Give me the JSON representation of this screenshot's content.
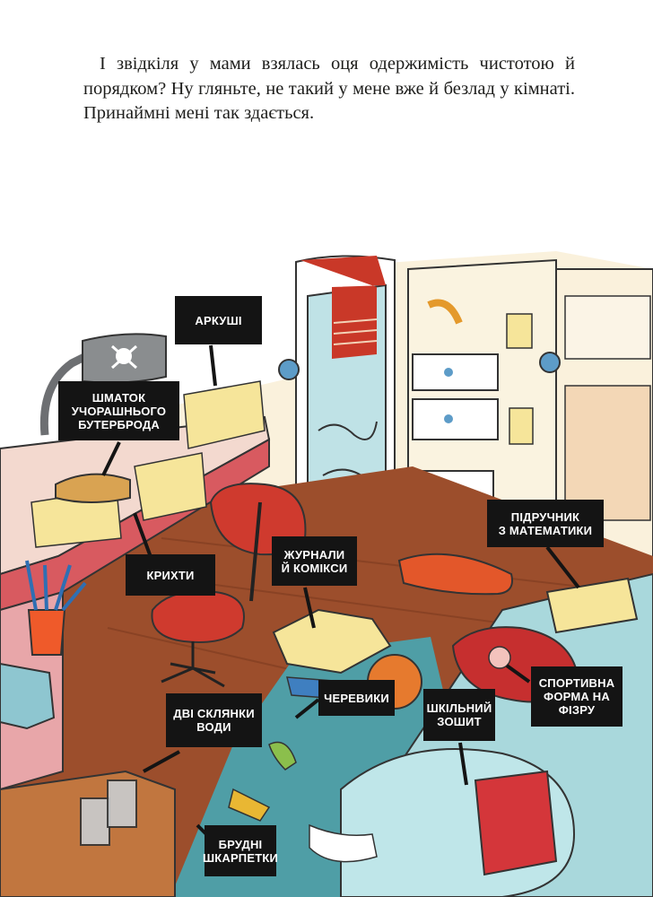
{
  "text": {
    "paragraph": "І звідкіля у мами взялась оця одержимість чистотою й порядком? Ну гляньте, не такий у мене вже й безлад у кімнаті. Принаймні мені так здається."
  },
  "labels": {
    "sheets": "Аркуші",
    "sandwich": "Шматок\nучорашнього\nбутерброда",
    "crumbs": "Крихти",
    "magazines": "Журнали\nй комікси",
    "math_textbook": "Підручник\nз математики",
    "sport_uniform": "Спортивна\nформа на\nфізру",
    "shoes": "Черевики",
    "notebook": "Шкільний\nзошит",
    "glasses": "Дві склянки\nводи",
    "socks": "Брудні\nшкарпетки"
  },
  "colors": {
    "floor": "#9c4e2c",
    "wall": "#faf1dc",
    "desk": "#d85a60",
    "chair": "#cf3a2e",
    "rug": "#4f9ea6",
    "bed": "#a9d8dc",
    "label_bg": "#141414"
  }
}
